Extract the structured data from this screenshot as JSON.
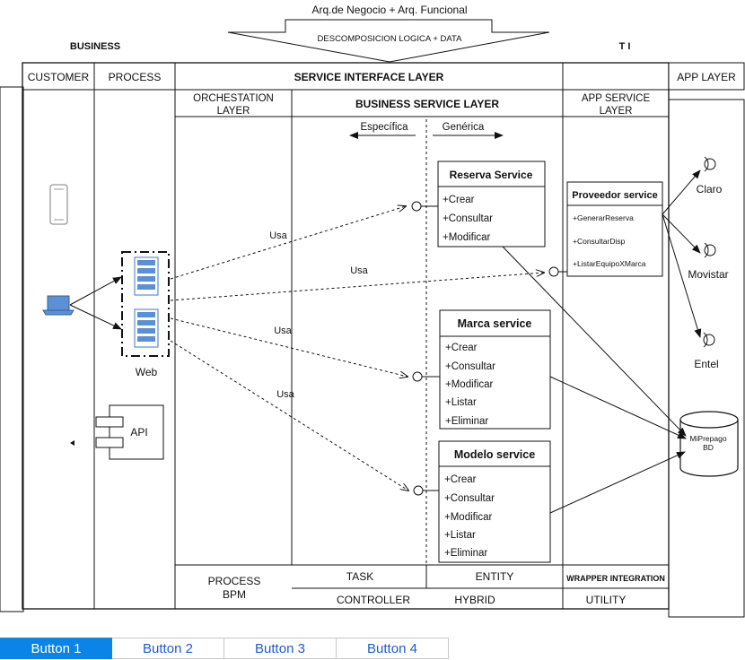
{
  "header": {
    "top_label": "Arq.de Negocio + Arq. Funcional",
    "funnel_label": "DESCOMPOSICION LOGICA  + DATA",
    "business": "BUSINESS",
    "ti": "T I"
  },
  "columns": {
    "customer": "CUSTOMER",
    "process": "PROCESS",
    "service_interface": "SERVICE INTERFACE LAYER",
    "app_layer": "APP LAYER",
    "orchestation": [
      "ORCHESTATION",
      "LAYER"
    ],
    "business_service": "BUSINESS SERVICE LAYER",
    "app_service": [
      "APP SERVICE",
      "LAYER"
    ]
  },
  "direction": {
    "especifica": "Específica",
    "generica": "Genérica"
  },
  "nodes": {
    "web": "Web",
    "api": "API",
    "database": [
      "MiPrepago",
      "BD"
    ]
  },
  "providers": [
    "Claro",
    "Movistar",
    "Entel"
  ],
  "edges": {
    "usa": "Usa"
  },
  "services": [
    {
      "title": "Reserva Service",
      "ops": [
        "+Crear",
        "+Consultar",
        "+Modificar"
      ]
    },
    {
      "title": "Marca service",
      "ops": [
        "+Crear",
        "+Consultar",
        "+Modificar",
        "+Listar",
        "+Eliminar"
      ]
    },
    {
      "title": "Modelo service",
      "ops": [
        "+Crear",
        "+Consultar",
        "+Modificar",
        "+Listar",
        "+Eliminar"
      ]
    }
  ],
  "proveedor": {
    "title": "Proveedor service",
    "ops": [
      "+GenerarReserva",
      "+ConsultarDisp",
      "+ListarEquipoXMarca"
    ]
  },
  "footer": {
    "process_bpm": [
      "PROCESS",
      "BPM"
    ],
    "task": "TASK",
    "entity": "ENTITY",
    "wrapper": "WRAPPER  INTEGRATION",
    "controller": "CONTROLLER",
    "hybrid": "HYBRID",
    "utility": "UTILITY"
  },
  "tabs": [
    "Button 1",
    "Button 2",
    "Button 3",
    "Button 4"
  ],
  "colors": {
    "active_tab": "#0a84e6",
    "tab_text": "#1e5bd6",
    "device_blue": "#5b8fd6",
    "device_dark": "#3d5f8f"
  }
}
